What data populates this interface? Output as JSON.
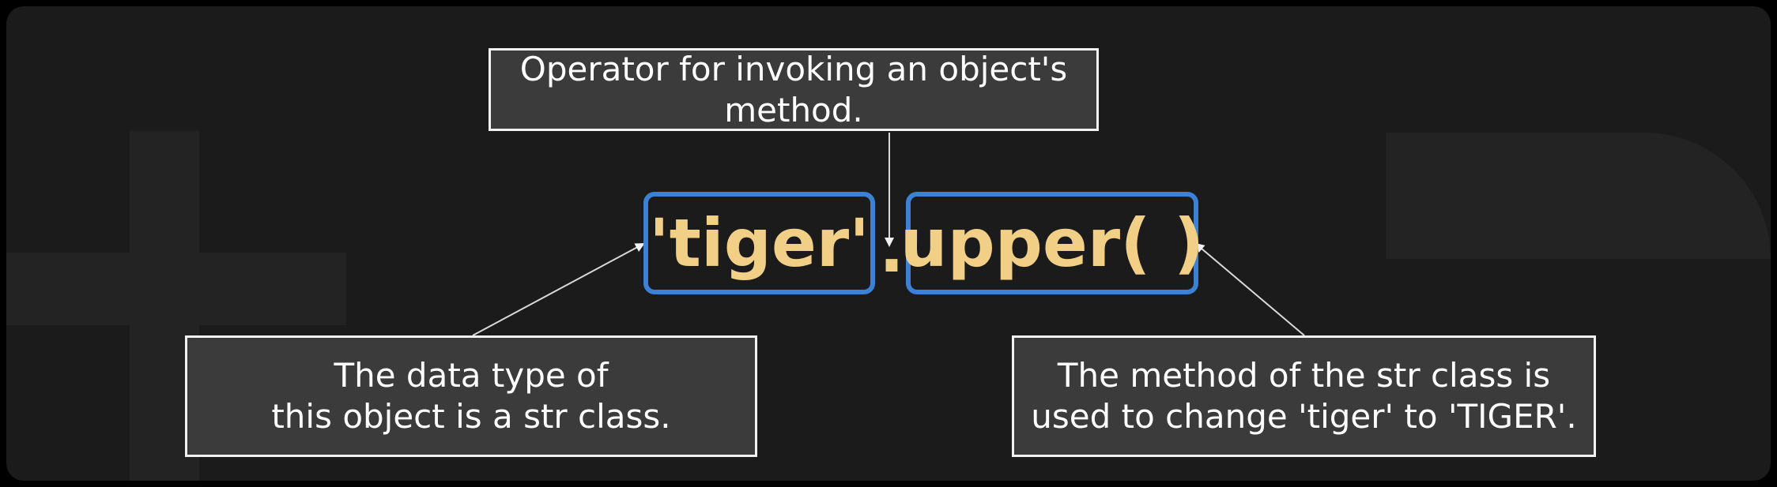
{
  "callouts": {
    "operator": "Operator for invoking an object's method.",
    "data_type": {
      "line1": "The data type of",
      "line2": "this object is a str class."
    },
    "method": {
      "line1": "The method of the str class is",
      "line2": "used to change 'tiger' to 'TIGER'."
    }
  },
  "code": {
    "object": "'tiger'",
    "operator": ".",
    "method": "upper( )"
  },
  "colors": {
    "background": "#1b1b1b",
    "code_text": "#f2cf86",
    "code_border": "#3b82d6",
    "callout_bg": "#3b3b3b",
    "callout_border": "#f2f2f2"
  }
}
